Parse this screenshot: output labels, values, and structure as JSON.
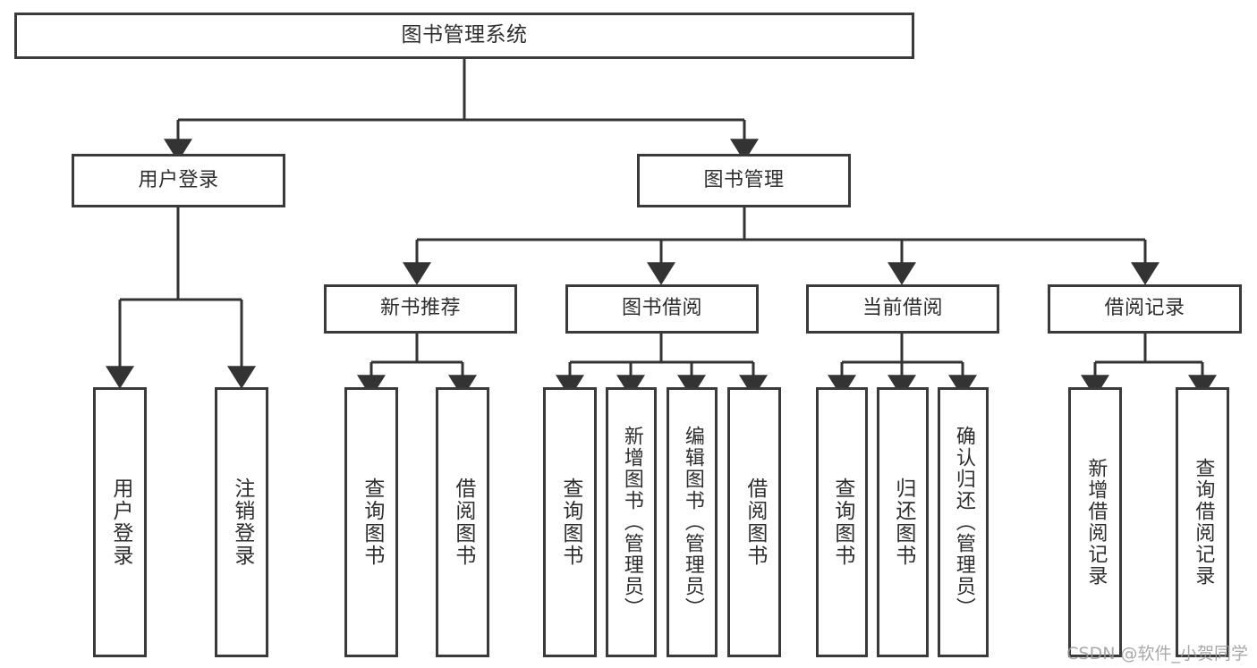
{
  "diagram": {
    "type": "hierarchy-tree",
    "title": "图书管理系统",
    "orientation": "top-down",
    "watermark": "CSDN @软件_小贺同学",
    "colors": {
      "box_border": "#3a3a3a",
      "box_fill": "#ffffff",
      "connector": "#333333",
      "text": "#2e2e2e",
      "background": "#ffffff",
      "watermark": "#9a9a9a"
    }
  },
  "nodes": {
    "root": {
      "label": "图书管理系统"
    },
    "level1": [
      {
        "id": "user-login",
        "label": "用户登录"
      },
      {
        "id": "book-manage",
        "label": "图书管理"
      }
    ],
    "level2": [
      {
        "id": "new-book-recommend",
        "label": "新书推荐"
      },
      {
        "id": "book-borrow",
        "label": "图书借阅"
      },
      {
        "id": "current-borrow",
        "label": "当前借阅"
      },
      {
        "id": "borrow-record",
        "label": "借阅记录"
      }
    ],
    "leaves": {
      "user_login": [
        {
          "id": "leaf-user-login",
          "label": "用户登录"
        },
        {
          "id": "leaf-logout-login",
          "label": "注销登录"
        }
      ],
      "new_book_recommend": [
        {
          "id": "leaf-query-book-1",
          "label": "查询图书"
        },
        {
          "id": "leaf-borrow-book-1",
          "label": "借阅图书"
        }
      ],
      "book_borrow": [
        {
          "id": "leaf-query-book-2",
          "label": "查询图书"
        },
        {
          "id": "leaf-add-book",
          "label": "新增图书（管理员）"
        },
        {
          "id": "leaf-edit-book",
          "label": "编辑图书（管理员）"
        },
        {
          "id": "leaf-borrow-book-2",
          "label": "借阅图书"
        }
      ],
      "current_borrow": [
        {
          "id": "leaf-query-book-3",
          "label": "查询图书"
        },
        {
          "id": "leaf-return-book",
          "label": "归还图书"
        },
        {
          "id": "leaf-confirm-return",
          "label": "确认归还（管理员）"
        }
      ],
      "borrow_record": [
        {
          "id": "leaf-add-record",
          "label": "新增借阅记录"
        },
        {
          "id": "leaf-query-record",
          "label": "查询借阅记录"
        }
      ]
    }
  }
}
